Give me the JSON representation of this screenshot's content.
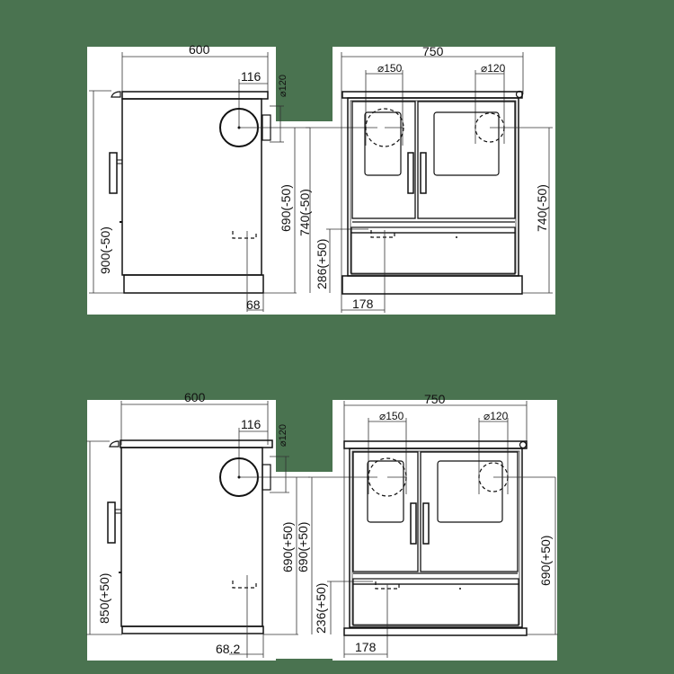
{
  "drawings": [
    {
      "id": "top",
      "side_view": {
        "width_label": "600",
        "flue_offset_label": "116",
        "flue_diameter_label": "⌀120",
        "height_label": "900(-50)",
        "flue_height_label": "690(-50)",
        "plinth_label": "68"
      },
      "front_view": {
        "width_label": "750",
        "hotplate_left_label": "⌀150",
        "hotplate_right_label": "⌀120",
        "height_right_label": "740(-50)",
        "flue_height_left_label": "740(-50)",
        "inlet_height_label": "286(+50)",
        "inlet_offset_label": "178"
      }
    },
    {
      "id": "bottom",
      "side_view": {
        "width_label": "600",
        "flue_offset_label": "116",
        "flue_diameter_label": "⌀120",
        "height_label": "850(+50)",
        "flue_height_label": "690(+50)",
        "plinth_label": "68.2"
      },
      "front_view": {
        "width_label": "750",
        "hotplate_left_label": "⌀150",
        "hotplate_right_label": "⌀120",
        "height_right_label": "690(+50)",
        "flue_height_left_label": "690(+50)",
        "inlet_height_label": "236(+50)",
        "inlet_offset_label": "178"
      }
    }
  ],
  "colors": {
    "background": "#4a7350",
    "paper": "#ffffff",
    "ink": "#111111"
  }
}
